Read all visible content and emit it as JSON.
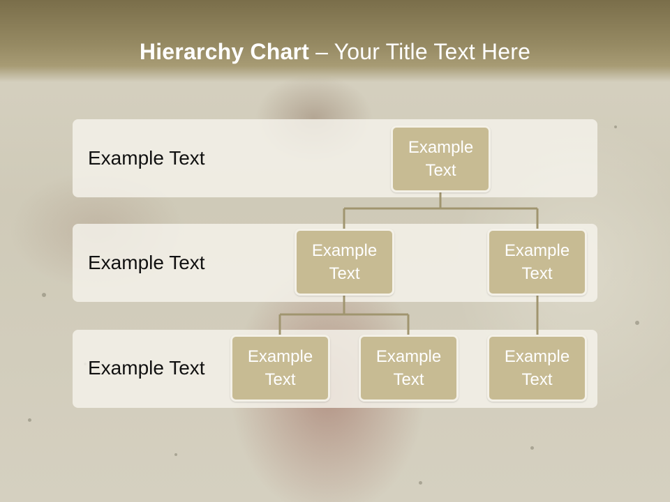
{
  "title": {
    "bold": "Hierarchy Chart",
    "rest": " – Your Title Text Here"
  },
  "levels": [
    {
      "label": "Example Text"
    },
    {
      "label": "Example Text"
    },
    {
      "label": "Example Text"
    }
  ],
  "nodes": {
    "root": "Example Text",
    "mid_left": "Example Text",
    "mid_right": "Example Text",
    "leaf_1": "Example Text",
    "leaf_2": "Example Text",
    "leaf_3": "Example Text"
  },
  "colors": {
    "header": "#968a63",
    "node_fill": "#c7bb93",
    "node_border": "#f4f1e8",
    "connector": "#a0956f"
  }
}
